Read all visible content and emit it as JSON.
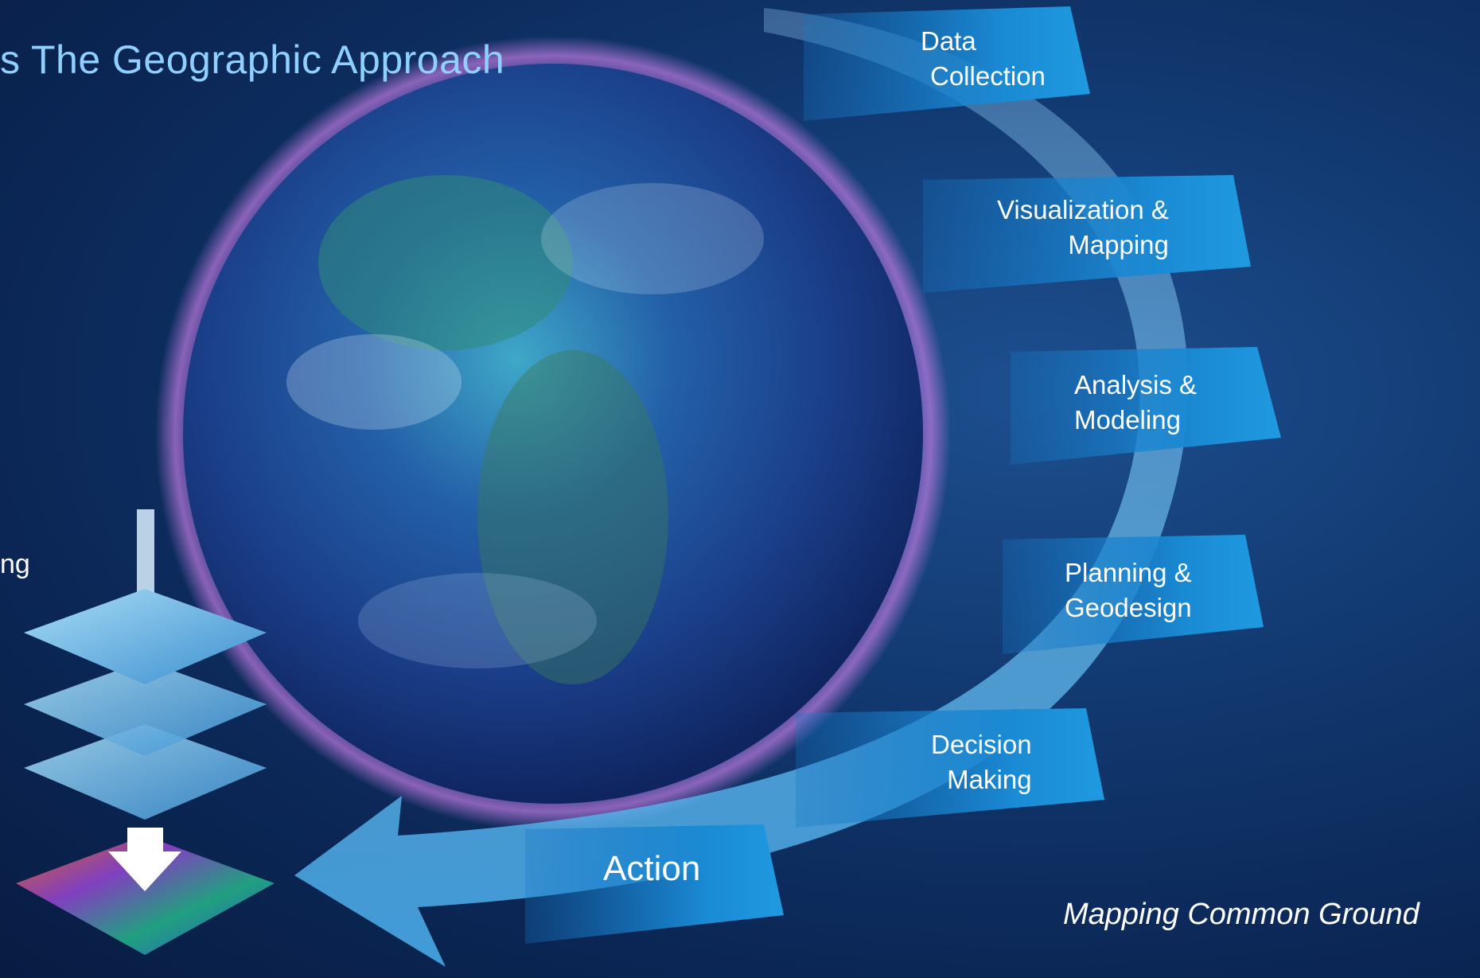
{
  "title": "s The Geographic Approach",
  "side_text": "ng",
  "steps": [
    {
      "line1": "Data",
      "line2": "Collection"
    },
    {
      "line1": "Visualization &",
      "line2": "Mapping"
    },
    {
      "line1": "Analysis &",
      "line2": "Modeling"
    },
    {
      "line1": "Planning &",
      "line2": "Geodesign"
    },
    {
      "line1": "Decision",
      "line2": "Making"
    }
  ],
  "action_label": "Action",
  "tagline": "Mapping Common Ground",
  "colors": {
    "background": "#0b2756",
    "title": "#8fd0ff",
    "arrow": "#5ab8f0",
    "banner": "#1a8ad4"
  }
}
